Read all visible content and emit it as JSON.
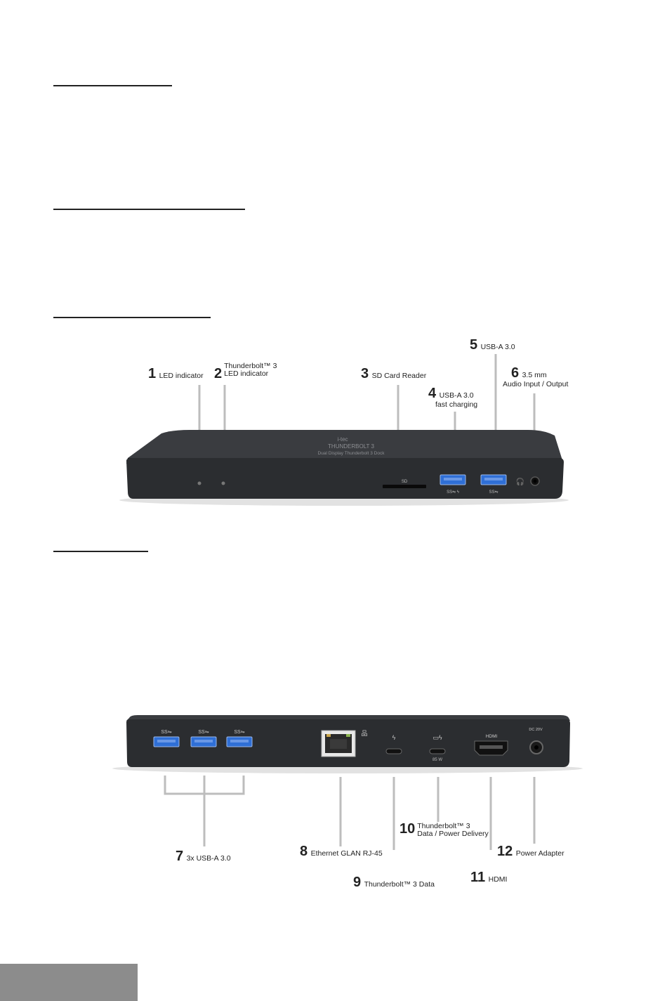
{
  "front_callouts": [
    {
      "num": "1",
      "line1": "LED indicator",
      "line2": ""
    },
    {
      "num": "2",
      "line1": "Thunderbolt™ 3",
      "line2": "LED indicator"
    },
    {
      "num": "3",
      "line1": "SD Card Reader",
      "line2": ""
    },
    {
      "num": "4",
      "line1": "USB-A 3.0",
      "line2": "fast charging"
    },
    {
      "num": "5",
      "line1": "USB-A 3.0",
      "line2": ""
    },
    {
      "num": "6",
      "line1": "3.5 mm",
      "line2": "Audio Input / Output"
    }
  ],
  "back_callouts": [
    {
      "num": "7",
      "line1": "3x USB-A 3.0",
      "line2": ""
    },
    {
      "num": "8",
      "line1": "Ethernet GLAN RJ-45",
      "line2": ""
    },
    {
      "num": "9",
      "line1": "Thunderbolt™ 3 Data",
      "line2": ""
    },
    {
      "num": "10",
      "line1": "Thunderbolt™ 3",
      "line2": "Data / Power Delivery"
    },
    {
      "num": "11",
      "line1": "HDMI",
      "line2": ""
    },
    {
      "num": "12",
      "line1": "Power Adapter",
      "line2": ""
    }
  ],
  "device_labels": {
    "sd_slot": "SD",
    "usb_port": "SS",
    "hdmi_port": "HDMI",
    "tb_power_rating": "85 W",
    "dc_input": "DC 20V",
    "brand": "i-tec",
    "model_line1": "THUNDERBOLT 3",
    "model_line2": "Dual Display Thunderbolt 3 Dock"
  },
  "colors": {
    "device_body": "#2b2d30",
    "usb_blue": "#2f6fd6",
    "leader_line": "#bdbdbd",
    "footer_block": "#8c8c8c"
  },
  "icons": [
    "usb-superspeed-icon",
    "thunderbolt-icon",
    "network-icon",
    "headphone-icon",
    "laptop-charge-icon"
  ]
}
